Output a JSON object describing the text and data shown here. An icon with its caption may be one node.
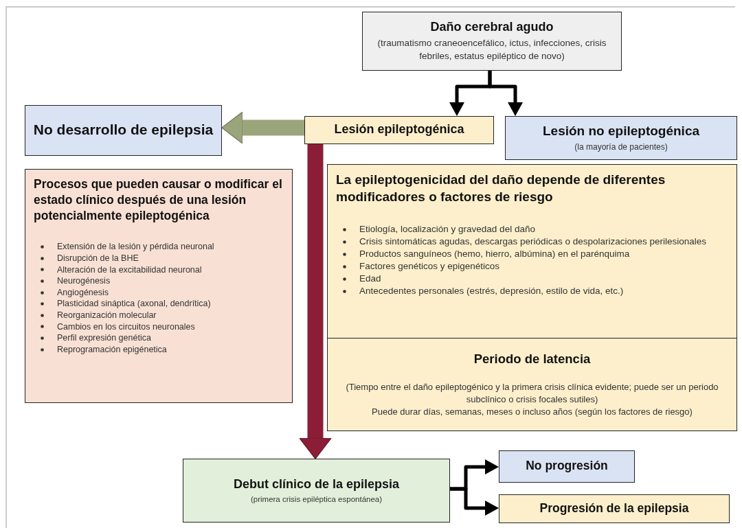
{
  "diagram": {
    "nodes": [
      {
        "text": [
          "Daño cerebral agudo",
          "(traumatismo craneoencefálico, ictus, infecciones, crisis febriles, estatus epiléptico de novo)"
        ]
      },
      {
        "text": [
          "No desarrollo de epilepsia"
        ]
      },
      {
        "text": [
          "Lesión epileptogénica"
        ]
      },
      {
        "text": [
          "Lesión no epileptogénica",
          "(la mayoría de pacientes)"
        ]
      },
      {
        "text": [
          "Procesos que pueden causar o modificar el estado clínico después de una lesión potencialmente epileptogénica",
          "Extensión de la lesión y pérdida neuronal",
          "Disrupción de la BHE",
          "Alteración de la excitabilidad neuronal",
          "Neurogénesis",
          "Angiogénesis",
          "Plasticidad sináptica (axonal, dendrítica)",
          "Reorganización molecular",
          "Cambios en los circuitos neuronales",
          "Perfil expresión genética",
          "Reprogramación epigénetica"
        ]
      },
      {
        "text": [
          "La epileptogenicidad del daño depende de diferentes modificadores o factores de riesgo",
          "Etiología, localización y gravedad del daño",
          "Crisis sintomáticas agudas, descargas periódicas o despolarizaciones perilesionales",
          "Productos sanguíneos (hemo, hierro, albúmina) en el parénquima",
          "Factores genéticos y epigenéticos",
          "Edad",
          "Antecedentes personales (estrés, depresión, estilo de vida, etc.)"
        ]
      },
      {
        "text": [
          "Periodo de latencia",
          "(Tiempo entre el daño epileptogénico y la primera crisis clínica evidente; puede ser un periodo subclínico o crisis focales sutiles)",
          "Puede durar días, semanas, meses o incluso años (según los factores de riesgo)"
        ]
      },
      {
        "text": [
          "Debut clínico de la epilepsia",
          "(primera crisis epiléptica espontánea)"
        ]
      },
      {
        "text": [
          "No progresión"
        ]
      },
      {
        "text": [
          "Progresión de la epilepsia"
        ]
      }
    ],
    "edges": [
      {
        "from": 0,
        "to": 2,
        "arrow": "to"
      },
      {
        "from": 0,
        "to": 3,
        "arrow": "to"
      },
      {
        "from": 2,
        "to": 1,
        "arrow": "to",
        "style": "thick",
        "color": "#9ba57c"
      },
      {
        "from": 2,
        "to": 7,
        "arrow": "to",
        "style": "thick",
        "color": "#8b1e36"
      },
      {
        "from": 7,
        "to": 8,
        "arrow": "to"
      },
      {
        "from": 7,
        "to": 9,
        "arrow": "to"
      }
    ]
  }
}
